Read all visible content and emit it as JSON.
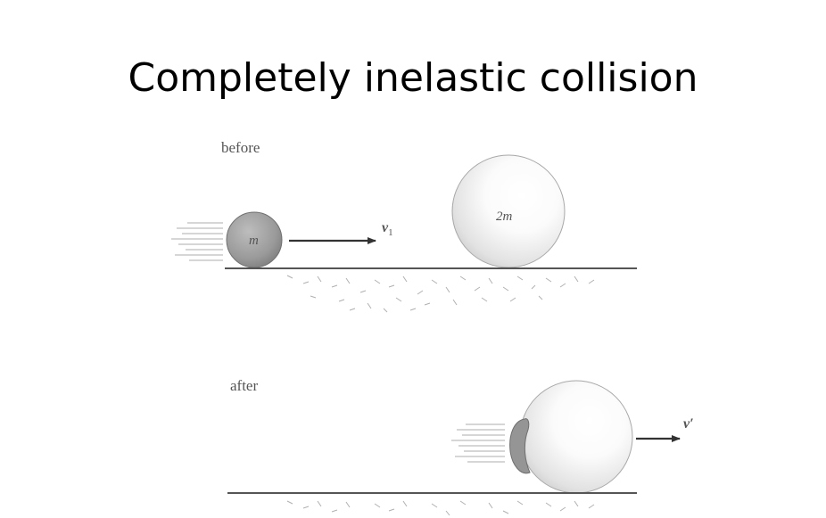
{
  "title": "Completely inelastic collision",
  "before": {
    "label": "before",
    "small_ball_label": "m",
    "large_ball_label": "2m",
    "velocity_label": "v",
    "velocity_subscript": "1"
  },
  "after": {
    "label": "after",
    "velocity_label": "v′"
  }
}
